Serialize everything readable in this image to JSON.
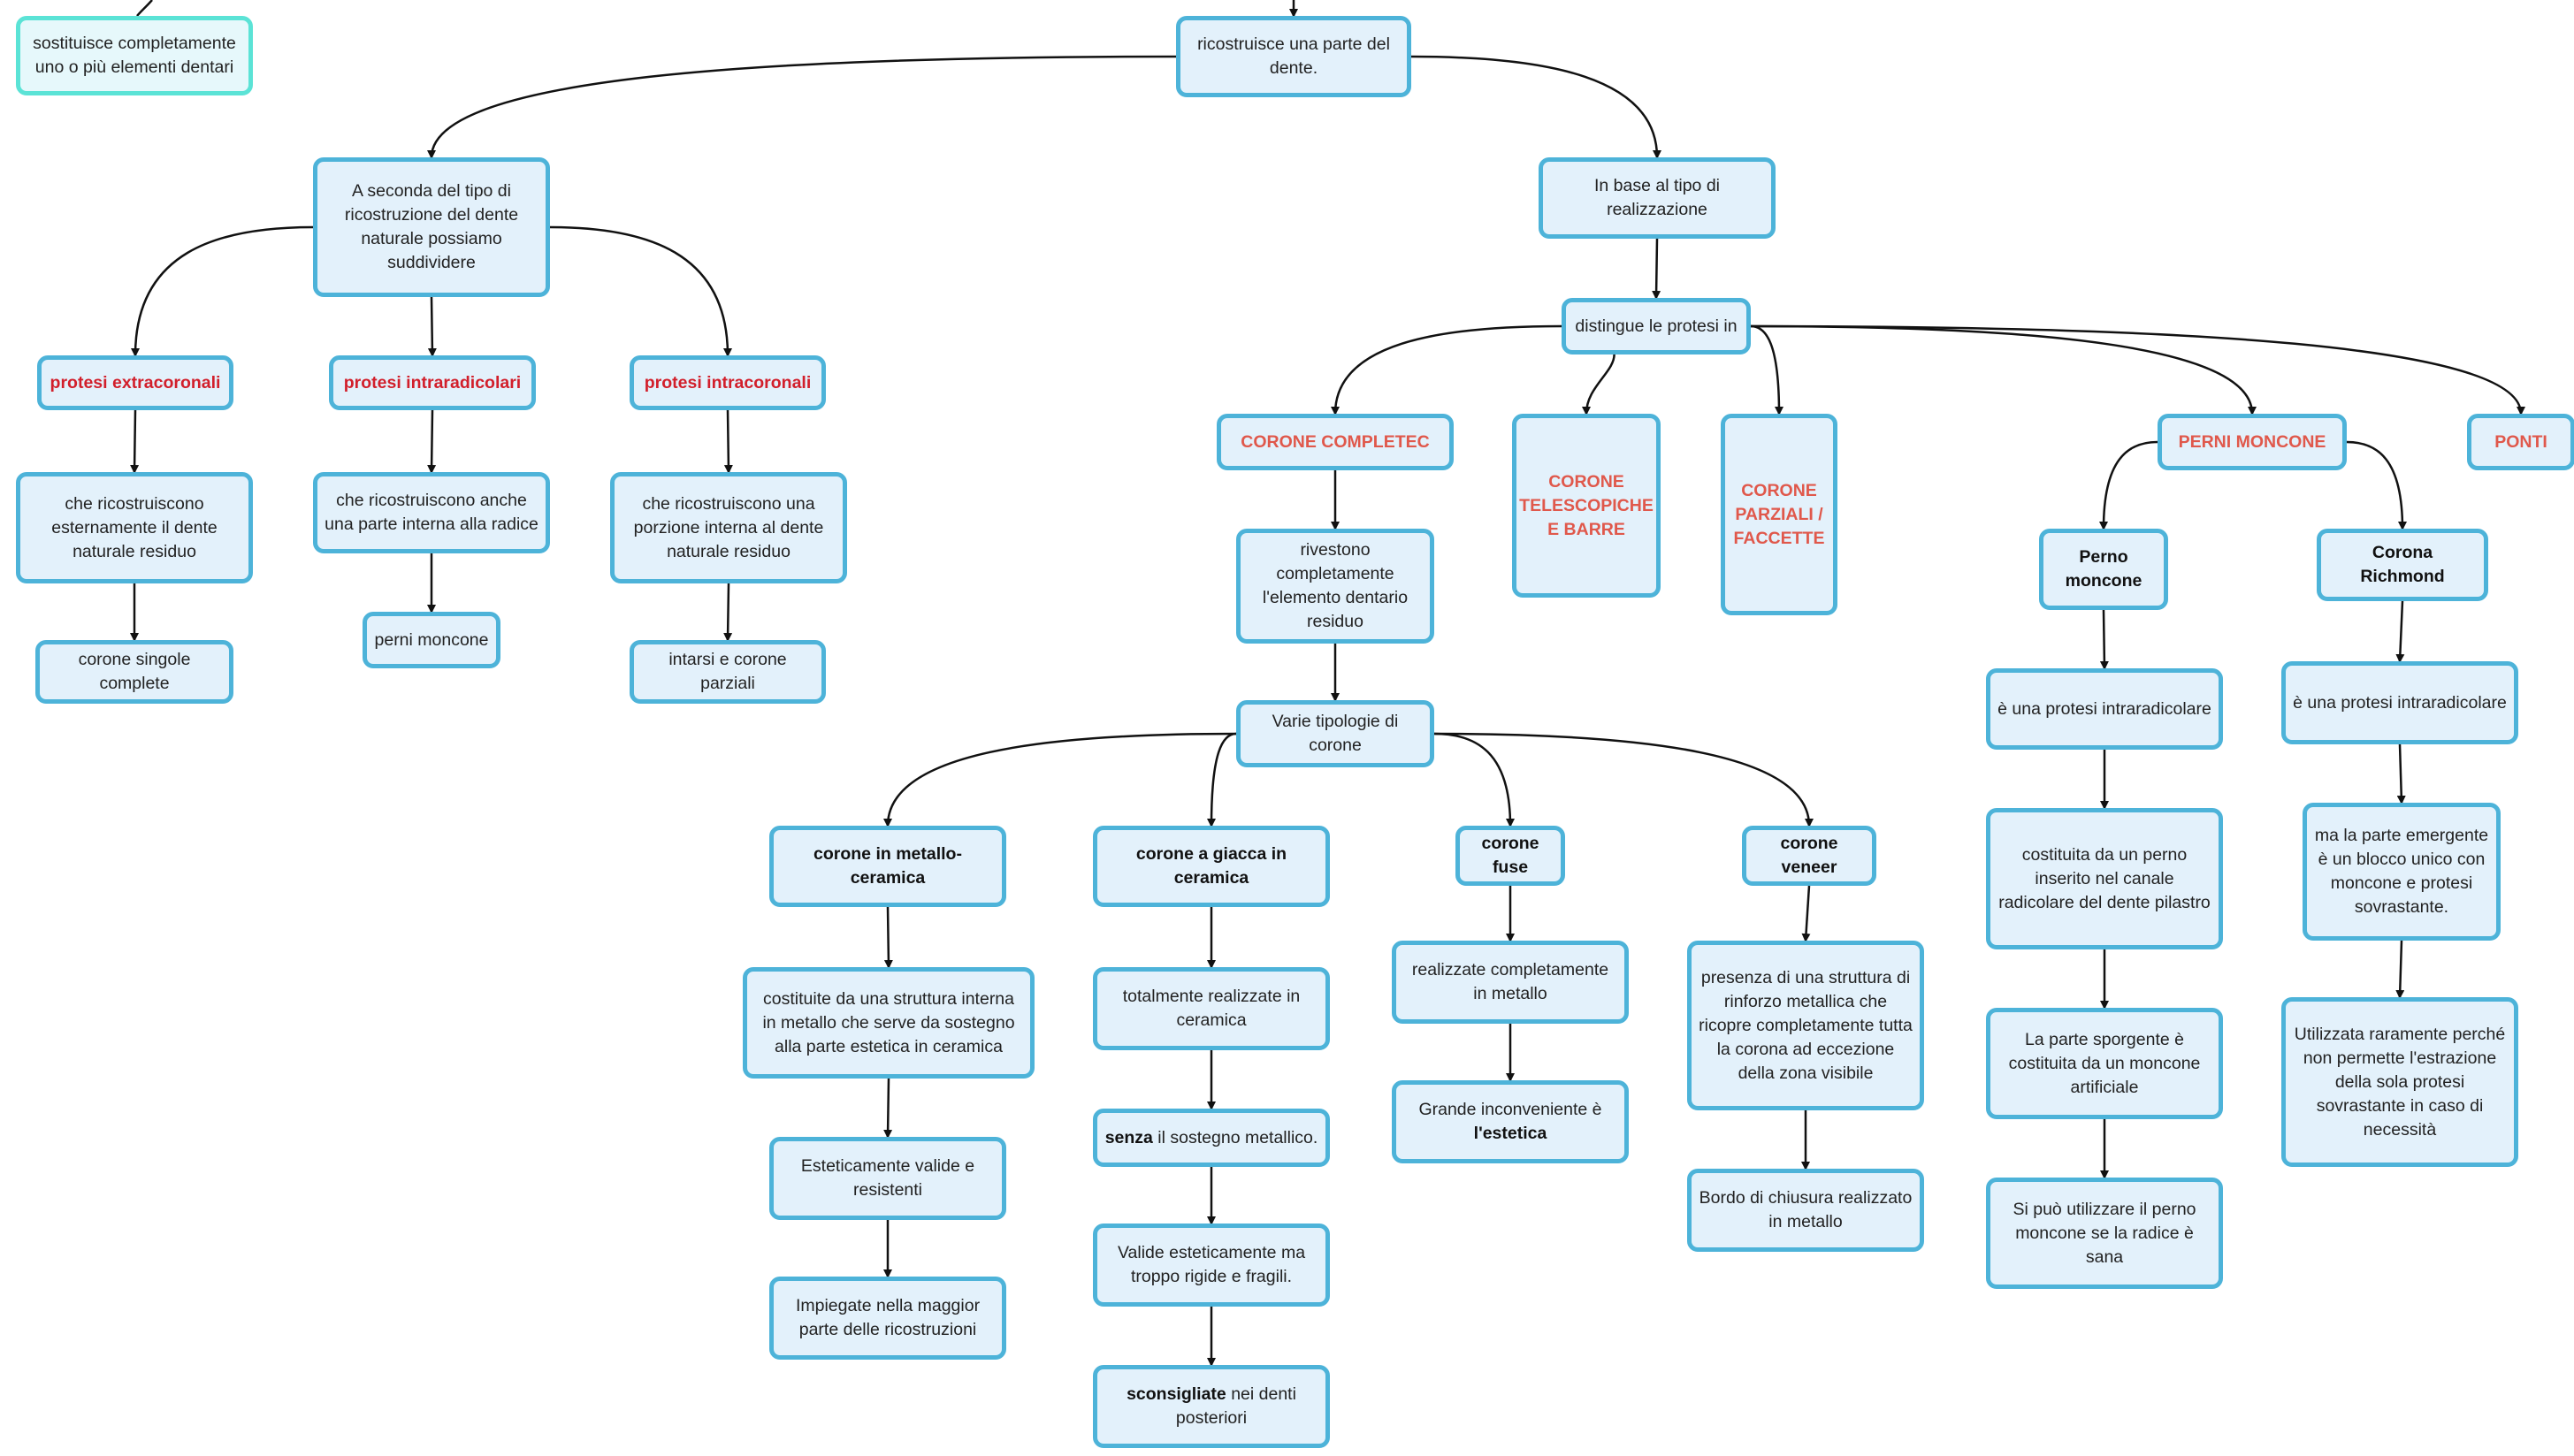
{
  "map": {
    "title": "",
    "nodes": [
      {
        "id": "sostituisce",
        "html": "sostituisce completamente uno o più elementi dentari",
        "style": "teal"
      },
      {
        "id": "ricostruisce",
        "html": "ricostruisce una parte del dente.",
        "style": ""
      },
      {
        "id": "aseconda",
        "html": "A seconda del tipo di ricostruzione del dente naturale possiamo suddividere",
        "style": ""
      },
      {
        "id": "inbase",
        "html": "In base al tipo di realizzazione",
        "style": ""
      },
      {
        "id": "distingue",
        "html": "distingue le protesi in",
        "style": ""
      },
      {
        "id": "extracoronali",
        "html": "protesi extracoronali",
        "style": "red"
      },
      {
        "id": "intraradicolari",
        "html": "protesi intraradicolari",
        "style": "red"
      },
      {
        "id": "intracoronali",
        "html": "protesi intracoronali",
        "style": "red"
      },
      {
        "id": "extra_desc",
        "html": "che ricostruiscono esternamente il dente naturale residuo",
        "style": ""
      },
      {
        "id": "intrarad_desc",
        "html": "che ricostruiscono anche una parte interna alla radice",
        "style": ""
      },
      {
        "id": "intracor_desc",
        "html": "che ricostruiscono una porzione interna al dente naturale residuo",
        "style": ""
      },
      {
        "id": "corone_singole",
        "html": "corone singole complete",
        "style": ""
      },
      {
        "id": "perni_moncone_small",
        "html": "perni moncone",
        "style": ""
      },
      {
        "id": "intarsi",
        "html": "intarsi e corone parziali",
        "style": ""
      },
      {
        "id": "corone_completec",
        "html": "CORONE COMPLETEC",
        "style": "coral"
      },
      {
        "id": "telescopiche",
        "html": "CORONE TELESCOPICHE E BARRE",
        "style": "coral"
      },
      {
        "id": "parziali",
        "html": "CORONE PARZIALI / FACCETTE",
        "style": "coral"
      },
      {
        "id": "perni_moncone",
        "html": "PERNI MONCONE",
        "style": "coral"
      },
      {
        "id": "ponti",
        "html": "PONTI",
        "style": "coral"
      },
      {
        "id": "rivestono",
        "html": "rivestono completamente l'elemento dentario residuo",
        "style": ""
      },
      {
        "id": "varie",
        "html": "Varie tipologie di corone",
        "style": ""
      },
      {
        "id": "metallo_ceramica",
        "html": "corone in metallo-ceramica",
        "style": "bold"
      },
      {
        "id": "giacca",
        "html": "corone a giacca in ceramica",
        "style": "bold"
      },
      {
        "id": "fuse",
        "html": "corone fuse",
        "style": "bold"
      },
      {
        "id": "veneer",
        "html": "corone veneer",
        "style": "bold"
      },
      {
        "id": "mc1",
        "html": "costituite da una struttura interna in metallo che serve da sostegno alla parte estetica in ceramica",
        "style": ""
      },
      {
        "id": "mc2",
        "html": "Esteticamente valide e resistenti",
        "style": ""
      },
      {
        "id": "mc3",
        "html": "Impiegate nella maggior parte delle ricostruzioni",
        "style": ""
      },
      {
        "id": "g1",
        "html": "totalmente realizzate in ceramica",
        "style": ""
      },
      {
        "id": "g2",
        "html": "<b>senza</b> il sostegno metallico.",
        "style": ""
      },
      {
        "id": "g3",
        "html": "Valide esteticamente ma troppo rigide e fragili.",
        "style": ""
      },
      {
        "id": "g4",
        "html": "<b>sconsigliate</b> nei denti posteriori",
        "style": ""
      },
      {
        "id": "f1",
        "html": "realizzate completamente in metallo",
        "style": ""
      },
      {
        "id": "f2",
        "html": "Grande inconveniente è <b>l'estetica</b>",
        "style": ""
      },
      {
        "id": "v1",
        "html": "presenza di una struttura di rinforzo metallica che ricopre completamente tutta la corona ad eccezione della zona visibile",
        "style": ""
      },
      {
        "id": "v2",
        "html": "Bordo di chiusura realizzato in metallo",
        "style": ""
      },
      {
        "id": "perno",
        "html": "Perno moncone",
        "style": "bold"
      },
      {
        "id": "richmond",
        "html": "Corona Richmond",
        "style": "bold"
      },
      {
        "id": "p1",
        "html": "è una protesi intraradicolare",
        "style": ""
      },
      {
        "id": "p2",
        "html": "costituita da un perno inserito nel canale radicolare del dente pilastro",
        "style": ""
      },
      {
        "id": "p3",
        "html": "La parte sporgente è costituita da un moncone artificiale",
        "style": ""
      },
      {
        "id": "p4",
        "html": "Si può utilizzare il perno moncone se la radice è sana",
        "style": ""
      },
      {
        "id": "r1",
        "html": "è una protesi intraradicolare",
        "style": ""
      },
      {
        "id": "r2",
        "html": "ma la parte emergente è un blocco unico con moncone e protesi sovrastante.",
        "style": ""
      },
      {
        "id": "r3",
        "html": "Utilizzata raramente perché non permette l'estrazione della sola protesi sovrastante in caso di necessità",
        "style": ""
      }
    ],
    "edges": [
      [
        "ricostruisce",
        "aseconda"
      ],
      [
        "ricostruisce",
        "inbase"
      ],
      [
        "aseconda",
        "extracoronali"
      ],
      [
        "aseconda",
        "intraradicolari"
      ],
      [
        "aseconda",
        "intracoronali"
      ],
      [
        "extracoronali",
        "extra_desc"
      ],
      [
        "extra_desc",
        "corone_singole"
      ],
      [
        "intraradicolari",
        "intrarad_desc"
      ],
      [
        "intrarad_desc",
        "perni_moncone_small"
      ],
      [
        "intracoronali",
        "intracor_desc"
      ],
      [
        "intracor_desc",
        "intarsi"
      ],
      [
        "inbase",
        "distingue"
      ],
      [
        "distingue",
        "corone_completec"
      ],
      [
        "distingue",
        "telescopiche"
      ],
      [
        "distingue",
        "parziali"
      ],
      [
        "distingue",
        "perni_moncone"
      ],
      [
        "distingue",
        "ponti"
      ],
      [
        "corone_completec",
        "rivestono"
      ],
      [
        "rivestono",
        "varie"
      ],
      [
        "varie",
        "metallo_ceramica"
      ],
      [
        "varie",
        "giacca"
      ],
      [
        "varie",
        "fuse"
      ],
      [
        "varie",
        "veneer"
      ],
      [
        "metallo_ceramica",
        "mc1"
      ],
      [
        "mc1",
        "mc2"
      ],
      [
        "mc2",
        "mc3"
      ],
      [
        "giacca",
        "g1"
      ],
      [
        "g1",
        "g2"
      ],
      [
        "g2",
        "g3"
      ],
      [
        "g3",
        "g4"
      ],
      [
        "fuse",
        "f1"
      ],
      [
        "f1",
        "f2"
      ],
      [
        "veneer",
        "v1"
      ],
      [
        "v1",
        "v2"
      ],
      [
        "perni_moncone",
        "perno"
      ],
      [
        "perni_moncone",
        "richmond"
      ],
      [
        "perno",
        "p1"
      ],
      [
        "p1",
        "p2"
      ],
      [
        "p2",
        "p3"
      ],
      [
        "p3",
        "p4"
      ],
      [
        "richmond",
        "r1"
      ],
      [
        "r1",
        "r2"
      ],
      [
        "r2",
        "r3"
      ]
    ]
  }
}
